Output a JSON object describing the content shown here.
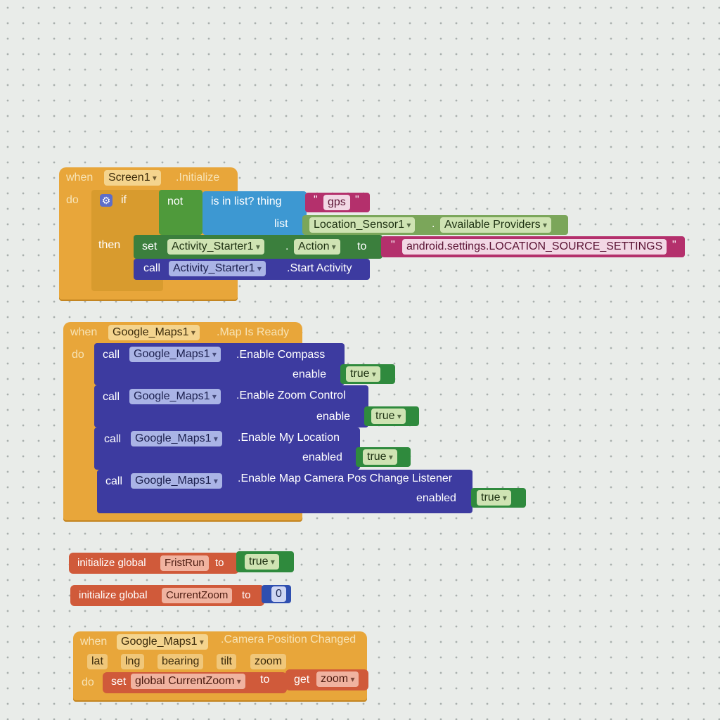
{
  "block1": {
    "when": "when",
    "component": "Screen1",
    "event": ".Initialize",
    "do": "do",
    "if": "if",
    "then": "then",
    "not": "not",
    "is_in_list": "is in list? thing",
    "thing_value": "gps",
    "list": "list",
    "list_component": "Location_Sensor1",
    "dot": ".",
    "list_property": "Available Providers",
    "set": "set",
    "set_component": "Activity_Starter1",
    "set_property": "Action",
    "to": "to",
    "action_value": "android.settings.LOCATION_SOURCE_SETTINGS",
    "call": "call",
    "call_component": "Activity_Starter1",
    "call_method": ".Start Activity"
  },
  "block2": {
    "when": "when",
    "component": "Google_Maps1",
    "event": ".Map Is Ready",
    "do": "do",
    "calls": [
      {
        "call": "call",
        "component": "Google_Maps1",
        "method": ".Enable Compass",
        "param": "enable",
        "value": "true"
      },
      {
        "call": "call",
        "component": "Google_Maps1",
        "method": ".Enable Zoom Control",
        "param": "enable",
        "value": "true"
      },
      {
        "call": "call",
        "component": "Google_Maps1",
        "method": ".Enable My Location",
        "param": "enabled",
        "value": "true"
      },
      {
        "call": "call",
        "component": "Google_Maps1",
        "method": ".Enable Map Camera Pos Change Listener",
        "param": "enabled",
        "value": "true"
      }
    ]
  },
  "globals": [
    {
      "label": "initialize global",
      "name": "FristRun",
      "to": "to",
      "value": "true"
    },
    {
      "label": "initialize global",
      "name": "CurrentZoom",
      "to": "to",
      "value": "0"
    }
  ],
  "block3": {
    "when": "when",
    "component": "Google_Maps1",
    "event": ".Camera Position Changed",
    "params": [
      "lat",
      "lng",
      "bearing",
      "tilt",
      "zoom"
    ],
    "do": "do",
    "set": "set",
    "set_var": "global CurrentZoom",
    "to": "to",
    "get": "get",
    "get_var": "zoom"
  },
  "colors": {
    "event": "#e8a63a",
    "control": "#d89b2e",
    "logic": "#4f9a3b",
    "list": "#3d98d2",
    "text": "#b4306c",
    "component_set": "#3b7f3d",
    "component_call": "#3d3ba0",
    "variable": "#d05a3a",
    "math": "#2f4fb0"
  }
}
